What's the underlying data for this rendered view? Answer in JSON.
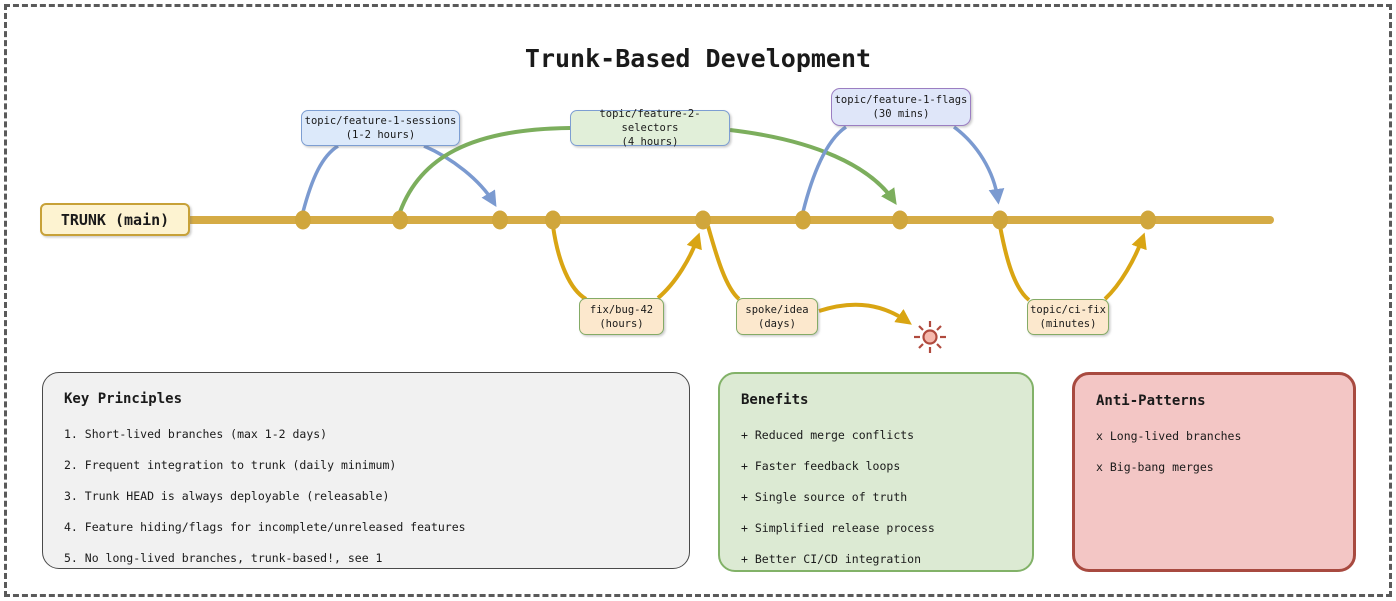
{
  "title": "Trunk-Based Development",
  "trunk": {
    "label": "TRUNK (main)"
  },
  "branches": [
    {
      "name": "topic/feature-1-sessions",
      "duration": "(1-2 hours)",
      "style": "blue"
    },
    {
      "name": "topic/feature-2-selectors",
      "duration": "(4 hours)",
      "style": "green"
    },
    {
      "name": "topic/feature-1-flags",
      "duration": "(30 mins)",
      "style": "purple"
    },
    {
      "name": "fix/bug-42",
      "duration": "(hours)",
      "style": "peach"
    },
    {
      "name": "spoke/idea",
      "duration": "(days)",
      "style": "peach"
    },
    {
      "name": "topic/ci-fix",
      "duration": "(minutes)",
      "style": "peach"
    }
  ],
  "icons": {
    "abandoned_branch": "starburst"
  },
  "panels": {
    "key_principles": {
      "title": "Key Principles",
      "items": [
        "1. Short-lived branches (max 1-2 days)",
        "2. Frequent integration to trunk (daily minimum)",
        "3. Trunk HEAD is always deployable (releasable)",
        "4. Feature hiding/flags for incomplete/unreleased features",
        "5. No long-lived branches, trunk-based!, see 1"
      ]
    },
    "benefits": {
      "title": "Benefits",
      "items": [
        "+ Reduced merge conflicts",
        "+ Faster feedback loops",
        "+ Single source of truth",
        "+ Simplified release process",
        "+ Better CI/CD integration"
      ]
    },
    "anti_patterns": {
      "title": "Anti-Patterns",
      "items": [
        "x Long-lived branches",
        "x Big-bang merges"
      ]
    }
  },
  "colors": {
    "trunk_gold": "#d5ab45",
    "commit_gold": "#d0a63c",
    "branch_blue": "#7b9ad0",
    "branch_green": "#7cae5d",
    "branch_gold": "#d9a513",
    "panel_gray_bg": "#f1f1f1",
    "panel_green_bg": "#dcead3",
    "panel_green_border": "#82b268",
    "panel_red_bg": "#f3c6c5",
    "panel_red_border": "#a84a40",
    "starburst_red": "#b04a3e"
  }
}
